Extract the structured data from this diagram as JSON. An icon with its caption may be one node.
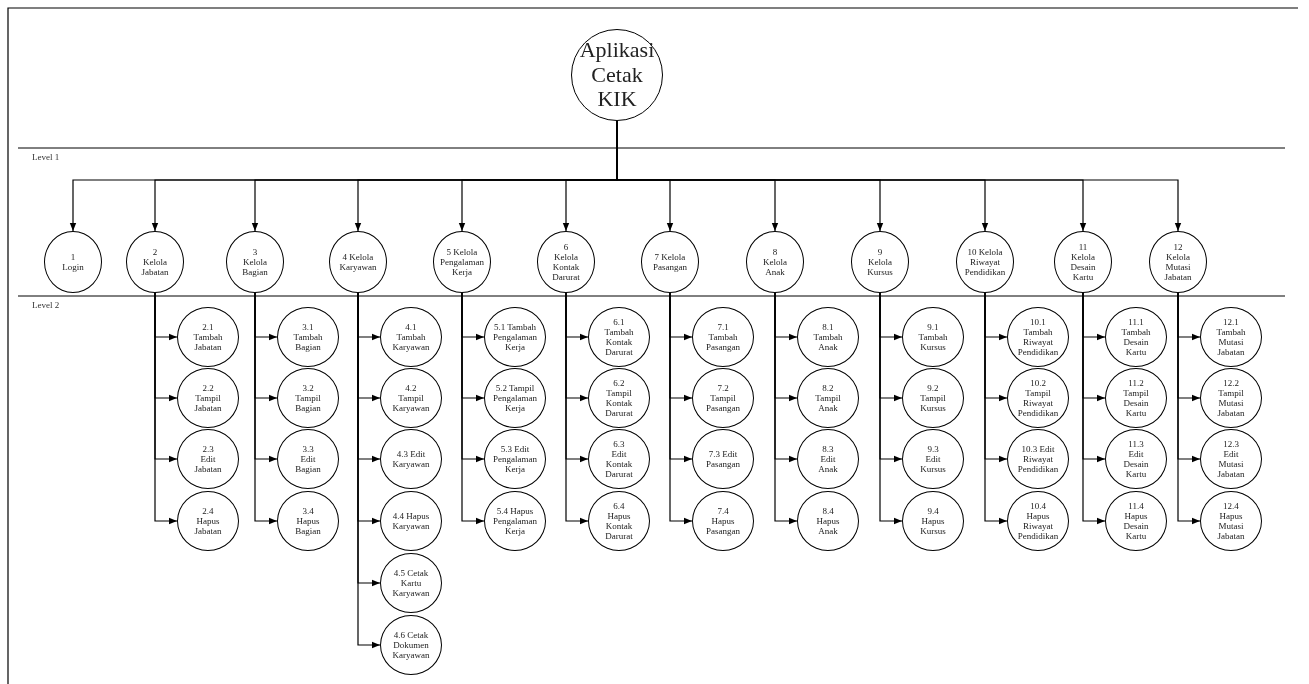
{
  "diagram": {
    "nodes": [
      {
        "text": [
          "Aplikasi Cetak KIK"
        ]
      },
      {
        "text": [
          "1 Login"
        ]
      },
      {
        "text": [
          "2 Kelola Jabatan"
        ]
      },
      {
        "text": [
          "3 Kelola Bagian"
        ]
      },
      {
        "text": [
          "4 Kelola Karyawan"
        ]
      },
      {
        "text": [
          "5 Kelola Pengalaman Kerja"
        ]
      },
      {
        "text": [
          "6 Kelola Kontak Darurat"
        ]
      },
      {
        "text": [
          "7 Kelola Pasangan"
        ]
      },
      {
        "text": [
          "8 Kelola Anak"
        ]
      },
      {
        "text": [
          "9 Kelola Kursus"
        ]
      },
      {
        "text": [
          "10 Kelola Riwayat Pendidikan"
        ]
      },
      {
        "text": [
          "11 Kelola Desain Kartu"
        ]
      },
      {
        "text": [
          "12 Kelola Mutasi Jabatan"
        ]
      },
      {
        "text": [
          "2.1 Tambah Jabatan"
        ]
      },
      {
        "text": [
          "2.2 Tampil Jabatan"
        ]
      },
      {
        "text": [
          "2.3 Edit Jabatan"
        ]
      },
      {
        "text": [
          "2.4 Hapus Jabatan"
        ]
      },
      {
        "text": [
          "3.1 Tambah Bagian"
        ]
      },
      {
        "text": [
          "3.2 Tampil Bagian"
        ]
      },
      {
        "text": [
          "3.3 Edit Bagian"
        ]
      },
      {
        "text": [
          "3.4 Hapus Bagian"
        ]
      },
      {
        "text": [
          "4.1 Tambah Karyawan"
        ]
      },
      {
        "text": [
          "4.2 Tampil Karyawan"
        ]
      },
      {
        "text": [
          "4.3 Edit Karyawan"
        ]
      },
      {
        "text": [
          "4.4 Hapus Karyawan"
        ]
      },
      {
        "text": [
          "4.5 Cetak Kartu Karyawan"
        ]
      },
      {
        "text": [
          "4.6 Cetak Dokumen Karyawan"
        ]
      },
      {
        "text": [
          "5.1 Tambah Pengalaman Kerja"
        ]
      },
      {
        "text": [
          "5.2 Tampil Pengalaman Kerja"
        ]
      },
      {
        "text": [
          "5.3 Edit Pengalaman Kerja"
        ]
      },
      {
        "text": [
          "5.4 Hapus Pengalaman Kerja"
        ]
      },
      {
        "text": [
          "6.1 Tambah Kontak Darurat"
        ]
      },
      {
        "text": [
          "6.2 Tampil Kontak Darurat"
        ]
      },
      {
        "text": [
          "6.3 Edit Kontak Darurat"
        ]
      },
      {
        "text": [
          "6.4 Hapus Kontak Darurat"
        ]
      },
      {
        "text": [
          "7.1 Tambah Pasangan"
        ]
      },
      {
        "text": [
          "7.2 Tampil Pasangan"
        ]
      },
      {
        "text": [
          "7.3 Edit Pasangan"
        ]
      },
      {
        "text": [
          "7.4 Hapus Pasangan"
        ]
      },
      {
        "text": [
          "8.1 Tambah Anak"
        ]
      },
      {
        "text": [
          "8.2 Tampil Anak"
        ]
      },
      {
        "text": [
          "8.3 Edit Anak"
        ]
      },
      {
        "text": [
          "8.4 Hapus Anak"
        ]
      },
      {
        "text": [
          "9.1 Tambah Kursus"
        ]
      },
      {
        "text": [
          "9.2 Tampil Kursus"
        ]
      },
      {
        "text": [
          "9.3 Edit Kursus"
        ]
      },
      {
        "text": [
          "9.4 Hapus Kursus"
        ]
      },
      {
        "text": [
          "10.1 Tambah Riwayat Pendidikan"
        ]
      },
      {
        "text": [
          "10.2 Tampil Riwayat Pendidikan"
        ]
      },
      {
        "text": [
          "10.3 Edit Riwayat Pendidikan"
        ]
      },
      {
        "text": [
          "10.4 Hapus Riwayat Pendidikan"
        ]
      },
      {
        "text": [
          "11.1 Tambah Desain Kartu"
        ]
      },
      {
        "text": [
          "11.2 Tampil Desain Kartu"
        ]
      },
      {
        "text": [
          "11.3 Edit Desain Kartu"
        ]
      },
      {
        "text": [
          "11.4 Hapus Desain Kartu"
        ]
      },
      {
        "text": [
          "12.1 Tambah Mutasi Jabatan"
        ]
      },
      {
        "text": [
          "12.2 Tampil Mutasi Jabatan"
        ]
      },
      {
        "text": [
          "12.3 Edit Mutasi Jabatan"
        ]
      },
      {
        "text": [
          "12.4 Hapus Mutasi Jabatan"
        ]
      }
    ],
    "edges": [
      {
        "from": 0,
        "to": 1,
        "arrow": "to"
      },
      {
        "from": 0,
        "to": 2,
        "arrow": "to"
      },
      {
        "from": 0,
        "to": 3,
        "arrow": "to"
      },
      {
        "from": 0,
        "to": 4,
        "arrow": "to"
      },
      {
        "from": 0,
        "to": 5,
        "arrow": "to"
      },
      {
        "from": 0,
        "to": 6,
        "arrow": "to"
      },
      {
        "from": 0,
        "to": 7,
        "arrow": "to"
      },
      {
        "from": 0,
        "to": 8,
        "arrow": "to"
      },
      {
        "from": 0,
        "to": 9,
        "arrow": "to"
      },
      {
        "from": 0,
        "to": 10,
        "arrow": "to"
      },
      {
        "from": 0,
        "to": 11,
        "arrow": "to"
      },
      {
        "from": 0,
        "to": 12,
        "arrow": "to"
      },
      {
        "from": 2,
        "to": 13,
        "arrow": "to"
      },
      {
        "from": 2,
        "to": 14,
        "arrow": "to"
      },
      {
        "from": 2,
        "to": 15,
        "arrow": "to"
      },
      {
        "from": 2,
        "to": 16,
        "arrow": "to"
      },
      {
        "from": 3,
        "to": 17,
        "arrow": "to"
      },
      {
        "from": 3,
        "to": 18,
        "arrow": "to"
      },
      {
        "from": 3,
        "to": 19,
        "arrow": "to"
      },
      {
        "from": 3,
        "to": 20,
        "arrow": "to"
      },
      {
        "from": 4,
        "to": 21,
        "arrow": "to"
      },
      {
        "from": 4,
        "to": 22,
        "arrow": "to"
      },
      {
        "from": 4,
        "to": 23,
        "arrow": "to"
      },
      {
        "from": 4,
        "to": 24,
        "arrow": "to"
      },
      {
        "from": 4,
        "to": 25,
        "arrow": "to"
      },
      {
        "from": 4,
        "to": 26,
        "arrow": "to"
      },
      {
        "from": 5,
        "to": 27,
        "arrow": "to"
      },
      {
        "from": 5,
        "to": 28,
        "arrow": "to"
      },
      {
        "from": 5,
        "to": 29,
        "arrow": "to"
      },
      {
        "from": 5,
        "to": 30,
        "arrow": "to"
      },
      {
        "from": 6,
        "to": 31,
        "arrow": "to"
      },
      {
        "from": 6,
        "to": 32,
        "arrow": "to"
      },
      {
        "from": 6,
        "to": 33,
        "arrow": "to"
      },
      {
        "from": 6,
        "to": 34,
        "arrow": "to"
      },
      {
        "from": 7,
        "to": 35,
        "arrow": "to"
      },
      {
        "from": 7,
        "to": 36,
        "arrow": "to"
      },
      {
        "from": 7,
        "to": 37,
        "arrow": "to"
      },
      {
        "from": 7,
        "to": 38,
        "arrow": "to"
      },
      {
        "from": 8,
        "to": 39,
        "arrow": "to"
      },
      {
        "from": 8,
        "to": 40,
        "arrow": "to"
      },
      {
        "from": 8,
        "to": 41,
        "arrow": "to"
      },
      {
        "from": 8,
        "to": 42,
        "arrow": "to"
      },
      {
        "from": 9,
        "to": 43,
        "arrow": "to"
      },
      {
        "from": 9,
        "to": 44,
        "arrow": "to"
      },
      {
        "from": 9,
        "to": 45,
        "arrow": "to"
      },
      {
        "from": 9,
        "to": 46,
        "arrow": "to"
      },
      {
        "from": 10,
        "to": 47,
        "arrow": "to"
      },
      {
        "from": 10,
        "to": 48,
        "arrow": "to"
      },
      {
        "from": 10,
        "to": 49,
        "arrow": "to"
      },
      {
        "from": 10,
        "to": 50,
        "arrow": "to"
      },
      {
        "from": 11,
        "to": 51,
        "arrow": "to"
      },
      {
        "from": 11,
        "to": 52,
        "arrow": "to"
      },
      {
        "from": 11,
        "to": 53,
        "arrow": "to"
      },
      {
        "from": 11,
        "to": 54,
        "arrow": "to"
      },
      {
        "from": 12,
        "to": 55,
        "arrow": "to"
      },
      {
        "from": 12,
        "to": 56,
        "arrow": "to"
      },
      {
        "from": 12,
        "to": 57,
        "arrow": "to"
      },
      {
        "from": 12,
        "to": 58,
        "arrow": "to"
      }
    ],
    "labels": [
      "Level 1",
      "Level 2"
    ]
  }
}
